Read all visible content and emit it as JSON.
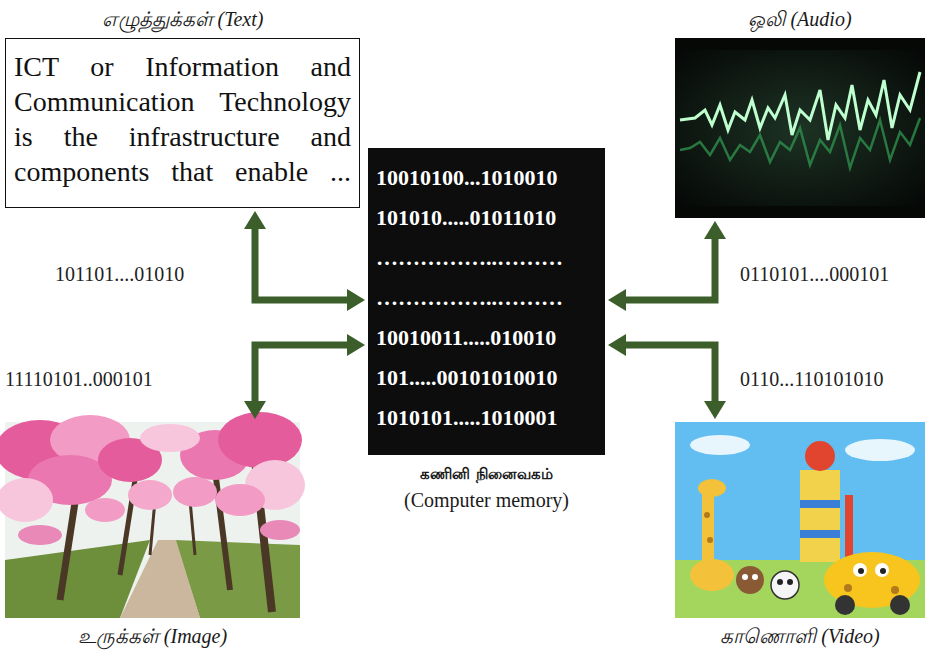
{
  "diagram": {
    "nodes": [
      {
        "text": [
          "எழுத்துக்கள் (Text)",
          "ICT or Information and Communication Technology is the infrastructure and components that enable ..."
        ]
      },
      {
        "text": [
          "ஒலி (Audio)"
        ]
      },
      {
        "text": [
          "10010100...1010010",
          "101010.....01011010",
          "……………..………",
          "……………..………",
          "10010011.....010010",
          "101.....00101010010",
          "1010101.....1010001",
          "கணினி நினைவகம்",
          "(Computer memory)"
        ]
      },
      {
        "text": [
          "உருக்கள் (Image)"
        ]
      },
      {
        "text": [
          "காணொளி (Video)"
        ]
      }
    ],
    "edges": [
      {
        "from": 0,
        "to": 2,
        "arrow": "both",
        "label": "101101....01010"
      },
      {
        "from": 1,
        "to": 2,
        "arrow": "both",
        "label": "0110101....000101"
      },
      {
        "from": 3,
        "to": 2,
        "arrow": "both",
        "label": "11110101..000101"
      },
      {
        "from": 4,
        "to": 2,
        "arrow": "both",
        "label": "0110...110101010"
      }
    ]
  }
}
